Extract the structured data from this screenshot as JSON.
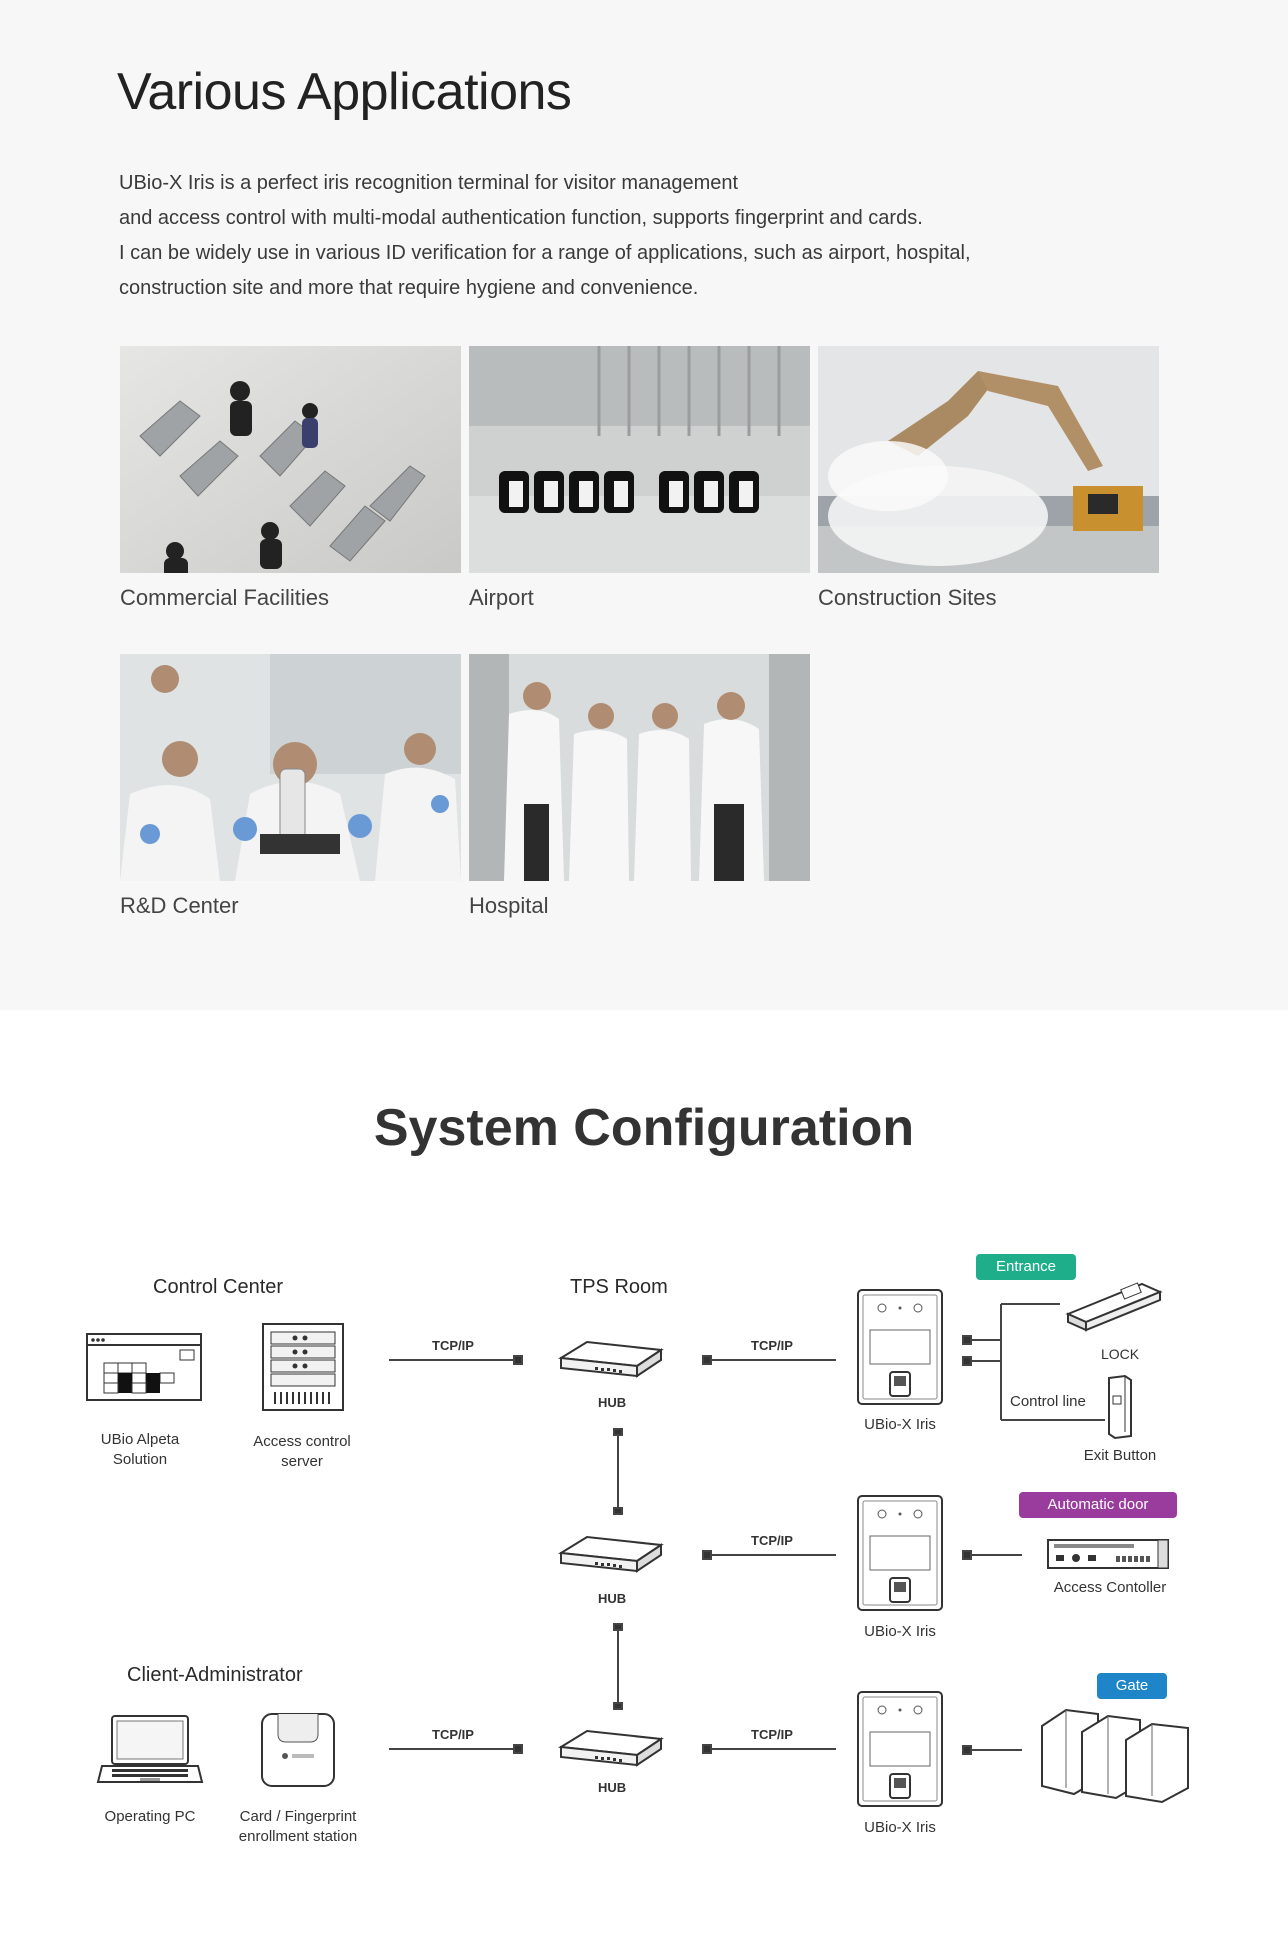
{
  "applications": {
    "title": "Various Applications",
    "intro": [
      "UBio-X Iris is a perfect iris recognition terminal for visitor management",
      "and access control with multi-modal authentication function, supports fingerprint and cards.",
      "I can be widely use in various ID verification for a range of applications, such as airport, hospital,",
      "construction site and more that require hygiene and convenience."
    ],
    "items": [
      {
        "label": "Commercial Facilities"
      },
      {
        "label": "Airport"
      },
      {
        "label": "Construction Sites"
      },
      {
        "label": "R&D Center"
      },
      {
        "label": "Hospital"
      }
    ]
  },
  "system": {
    "title": "System Configuration",
    "groups": {
      "control_center": "Control Center",
      "tps_room": "TPS Room",
      "client_admin": "Client-Administrator"
    },
    "nodes": {
      "alpeta": [
        "UBio Alpeta",
        "Solution"
      ],
      "server": [
        "Access control",
        "server"
      ],
      "pc": "Operating PC",
      "enroll": [
        "Card / Fingerprint",
        "enrollment station"
      ],
      "hub": "HUB",
      "terminal": "UBio-X Iris",
      "lock": "LOCK",
      "control_line": "Control line",
      "exit_button": "Exit Button",
      "access_controller": "Access Contoller"
    },
    "link": "TCP/IP",
    "tags": {
      "entrance": "Entrance",
      "automatic_door": "Automatic door",
      "gate": "Gate"
    },
    "colors": {
      "entrance": "#1fae8a",
      "automatic_door": "#9a3b9e",
      "gate": "#1e86c8"
    }
  }
}
